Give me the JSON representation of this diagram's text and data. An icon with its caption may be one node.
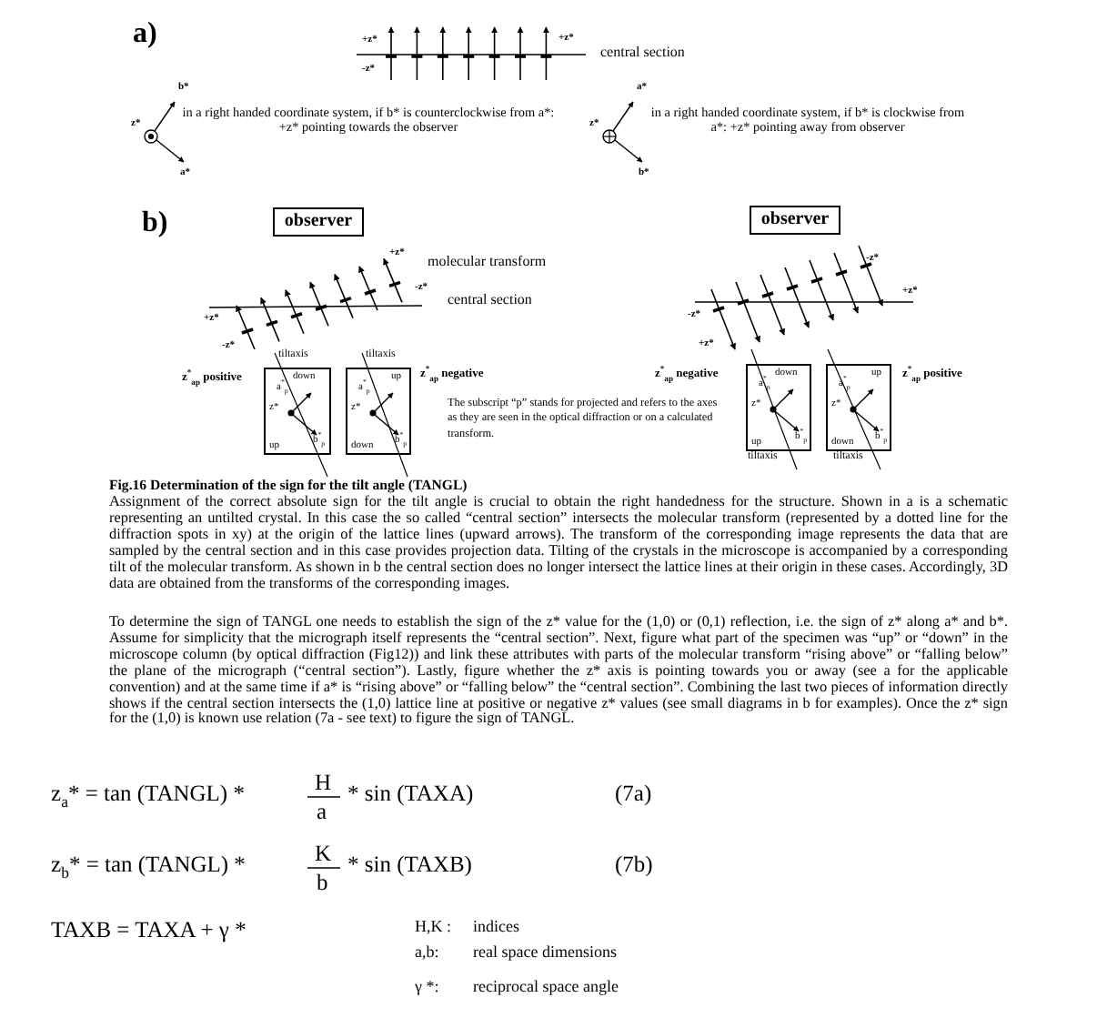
{
  "diagram": {
    "caption": "Fig.16 Determination of the sign for the tilt angle (TANGL)",
    "nodes": [
      {
        "text": [
          "observer"
        ]
      },
      {
        "text": [
          "observer"
        ]
      },
      {
        "text": [
          "down",
          "a$^{*}$$_{p}$",
          "z*",
          "b$^{*}$$_{p}$",
          "up"
        ],
        "beside": [
          "tiltaxis"
        ]
      },
      {
        "text": [
          "up",
          "a$^{*}$$_{p}$",
          "z*",
          "b$^{*}$$_{p}$",
          "down"
        ],
        "beside": [
          "tiltaxis"
        ]
      },
      {
        "text": [
          "down",
          "a$^{*}$$_{p}$",
          "z*",
          "b$^{*}$$_{p}$",
          "up"
        ],
        "beside": [
          "tiltaxis"
        ]
      },
      {
        "text": [
          "up",
          "a$^{*}$$_{p}$",
          "z*",
          "b$^{*}$$_{p}$",
          "down"
        ],
        "beside": [
          "tiltaxis"
        ]
      }
    ],
    "labels": [
      "a)",
      "+z*",
      "-z*",
      "+z*",
      "central section",
      "b*",
      "z*",
      "a*",
      "in a right handed coordinate system, if b* is counterclockwise from a*: +z* pointing towards the observer",
      "a*",
      "z*",
      "b*",
      "in a right handed coordinate system, if b* is clockwise from a*: +z* pointing away from observer",
      "b)",
      "+z*",
      "molecular transform",
      "-z*",
      "central section",
      "+z*",
      "-z*",
      "-z*",
      "+z*",
      "-z*",
      "+z*",
      "z$^{*}$$_{ap}$ positive",
      "z$^{*}$$_{ap}$ negative",
      "The subscript “p” stands for projected and refers to the axes as they are seen in the optical diffraction or on a calculated transform.",
      "z$^{*}$$_{ap}$ negative",
      "z$^{*}$$_{ap}$ positive",
      "Assignment of the correct absolute sign for the tilt angle is crucial to obtain the right handedness for the structure. Shown in a is a schematic representing an untilted crystal. In this case the so called “central section” intersects the molecular transform (represented by a dotted line for the diffraction spots in xy) at the origin of the lattice lines (upward arrows). The transform of the corresponding image represents the data that are sampled by the central section and in this case provides projection data. Tilting of the crystals in the microscope is accompanied by a corresponding tilt of the molecular transform. As shown in b the central section does no longer intersect the lattice lines at their origin in these cases. Accordingly, 3D data are obtained from the transforms of the corresponding images.",
      "To determine the sign of TANGL one needs to establish the sign of the z* value for the (1,0) or (0,1) reflection, i.e. the sign of z* along a* and b*. Assume for simplicity that the micrograph itself represents the “central section”. Next, figure what part of the specimen was “up” or “down” in the microscope column (by optical diffraction (Fig12)) and link these attributes with parts of the molecular transform “rising above” or “falling below” the plane of the micrograph (“central section”). Lastly, figure whether the z* axis is pointing towards you or away (see a for the applicable convention) and at the same time if a* is “rising above” or “falling below” the “central section”. Combining the last two pieces of information directly shows if the central section intersects the (1,0) lattice line at positive or negative z* values (see small diagrams in b for examples). Once the z* sign for the (1,0) is known use relation (7a - see text) to figure the sign of TANGL.",
      "z$_{a}$* = tan (TANGL) *",
      "H",
      "a",
      "* sin (TAXA)",
      "(7a)",
      "z$_{b}$* = tan (TANGL) *",
      "K",
      "b",
      "* sin (TAXB)",
      "(7b)",
      "TAXB = TAXA + γ *",
      "H,K :",
      "indices",
      "a,b:",
      "real space dimensions",
      "γ *:",
      "reciprocal space angle"
    ]
  }
}
